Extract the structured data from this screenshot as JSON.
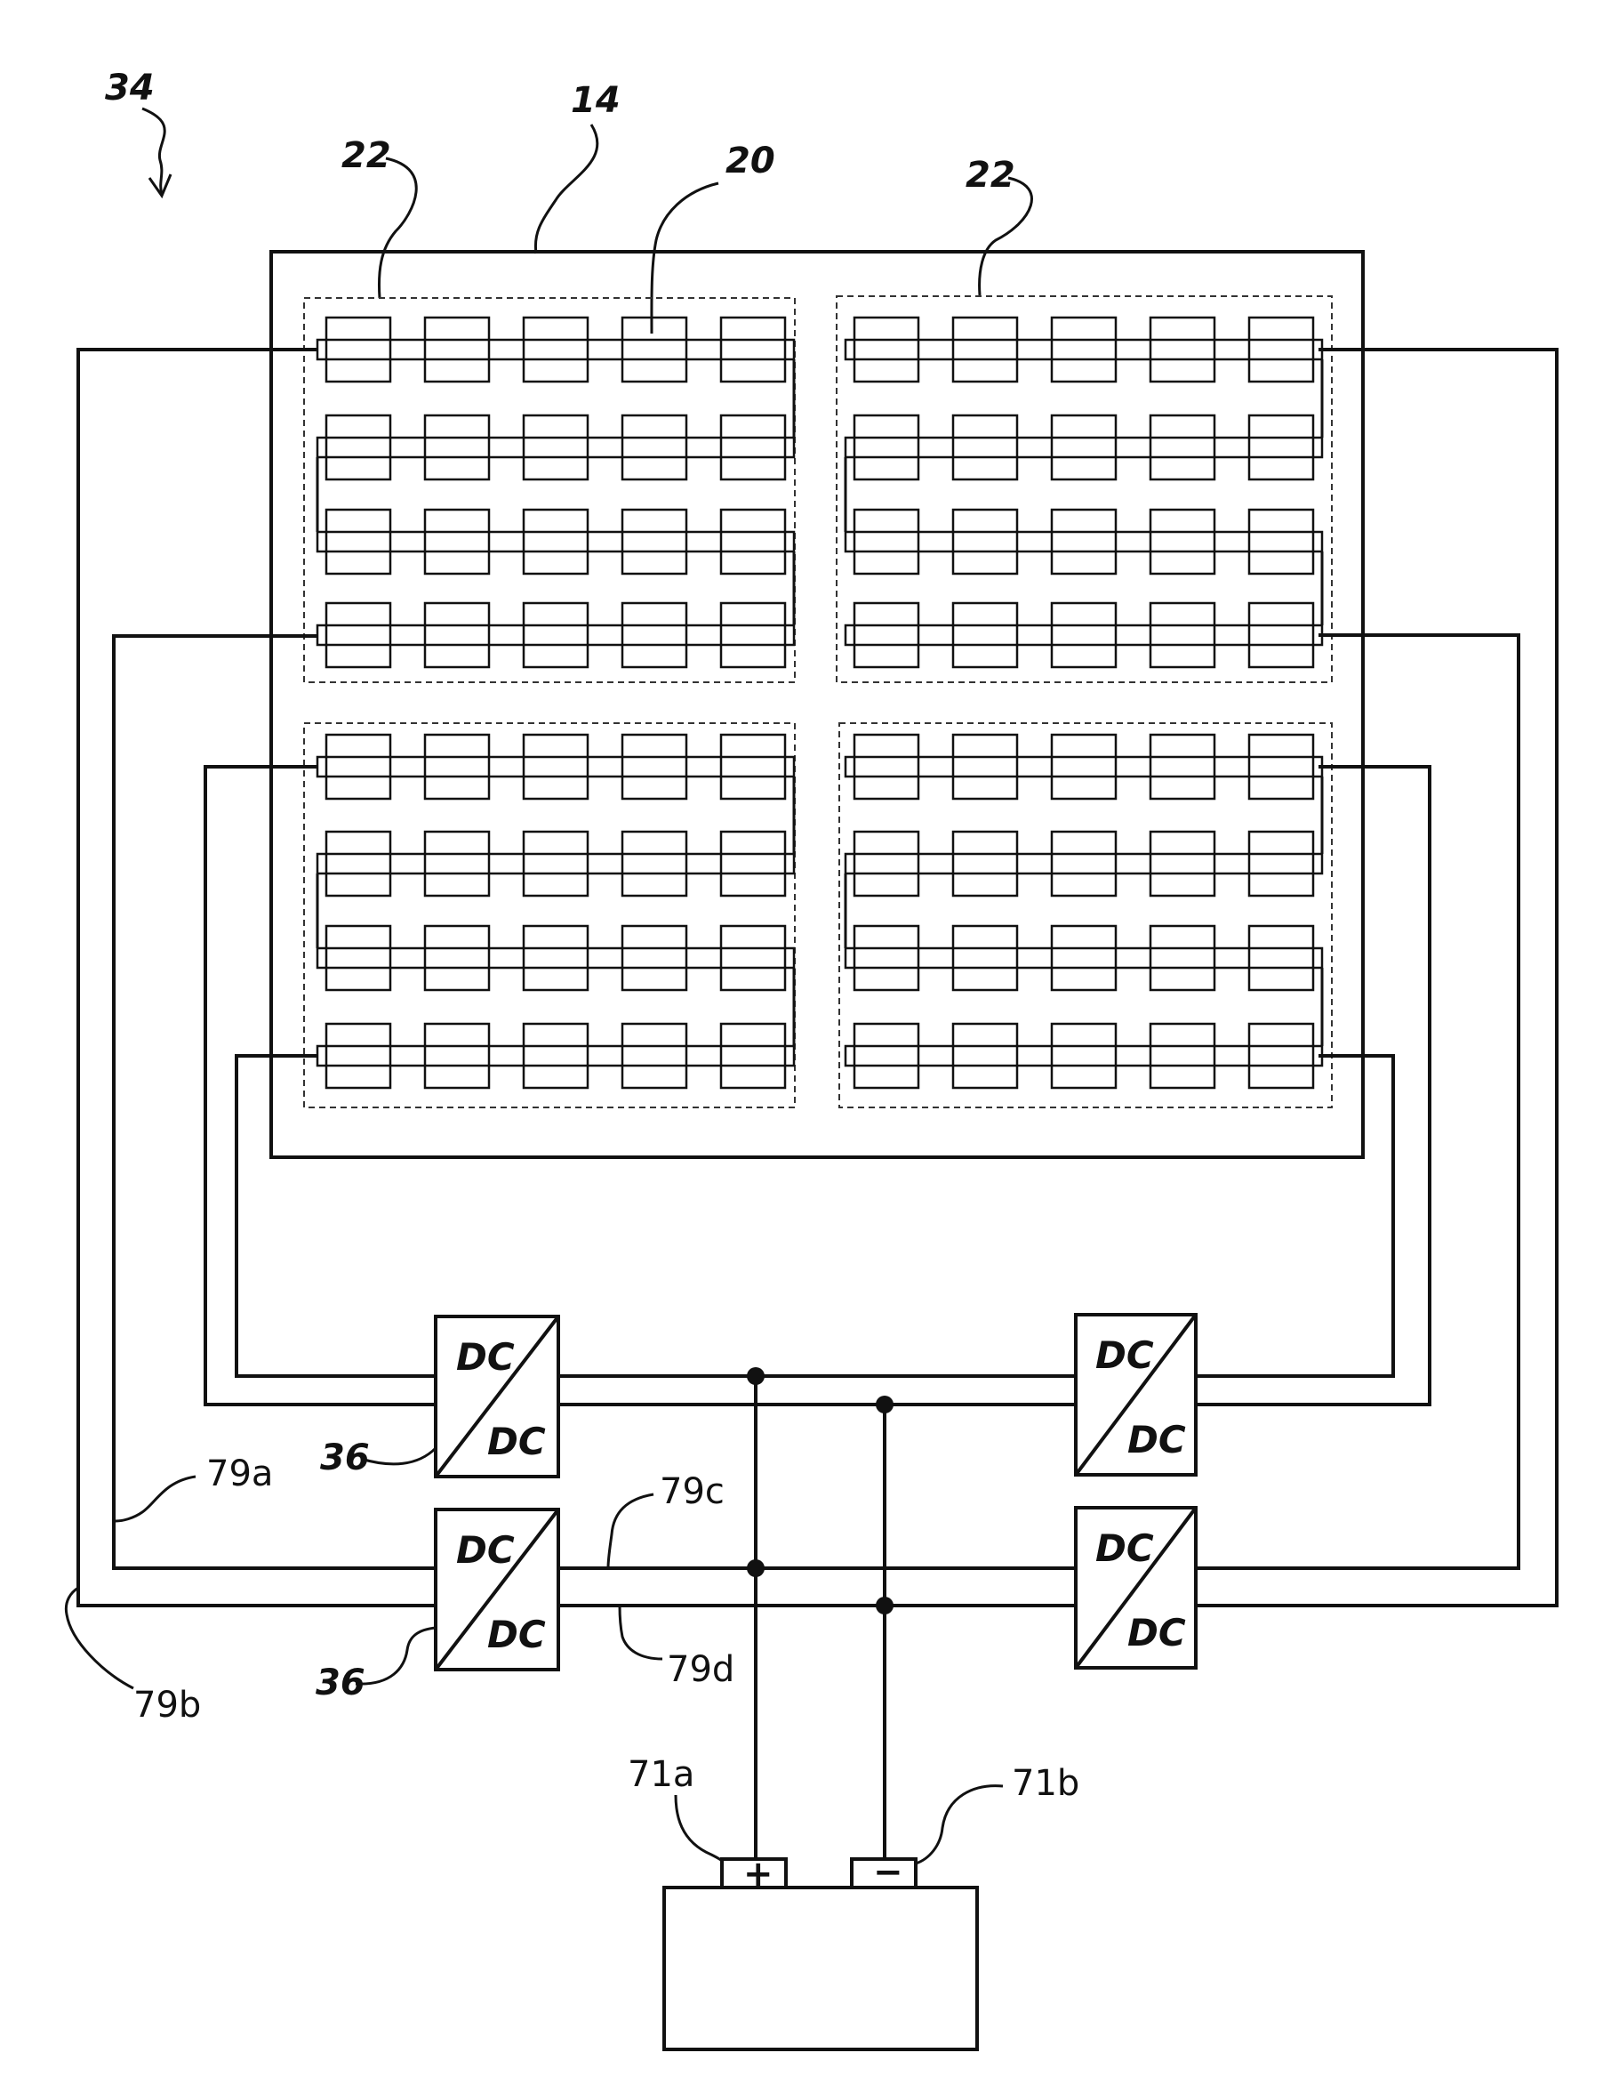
{
  "labels": {
    "system": "34",
    "pack": "14",
    "module_left": "22",
    "module_right": "22",
    "cell": "20",
    "converter_upper": "36",
    "converter_lower": "36",
    "wire_a": "79a",
    "wire_b": "79b",
    "wire_c": "79c",
    "wire_d": "79d",
    "terminal_pos": "71a",
    "terminal_neg": "71b"
  },
  "converter_text": {
    "top": "DC",
    "bottom": "DC"
  },
  "terminal_symbols": {
    "positive": "+",
    "negative": "−"
  }
}
